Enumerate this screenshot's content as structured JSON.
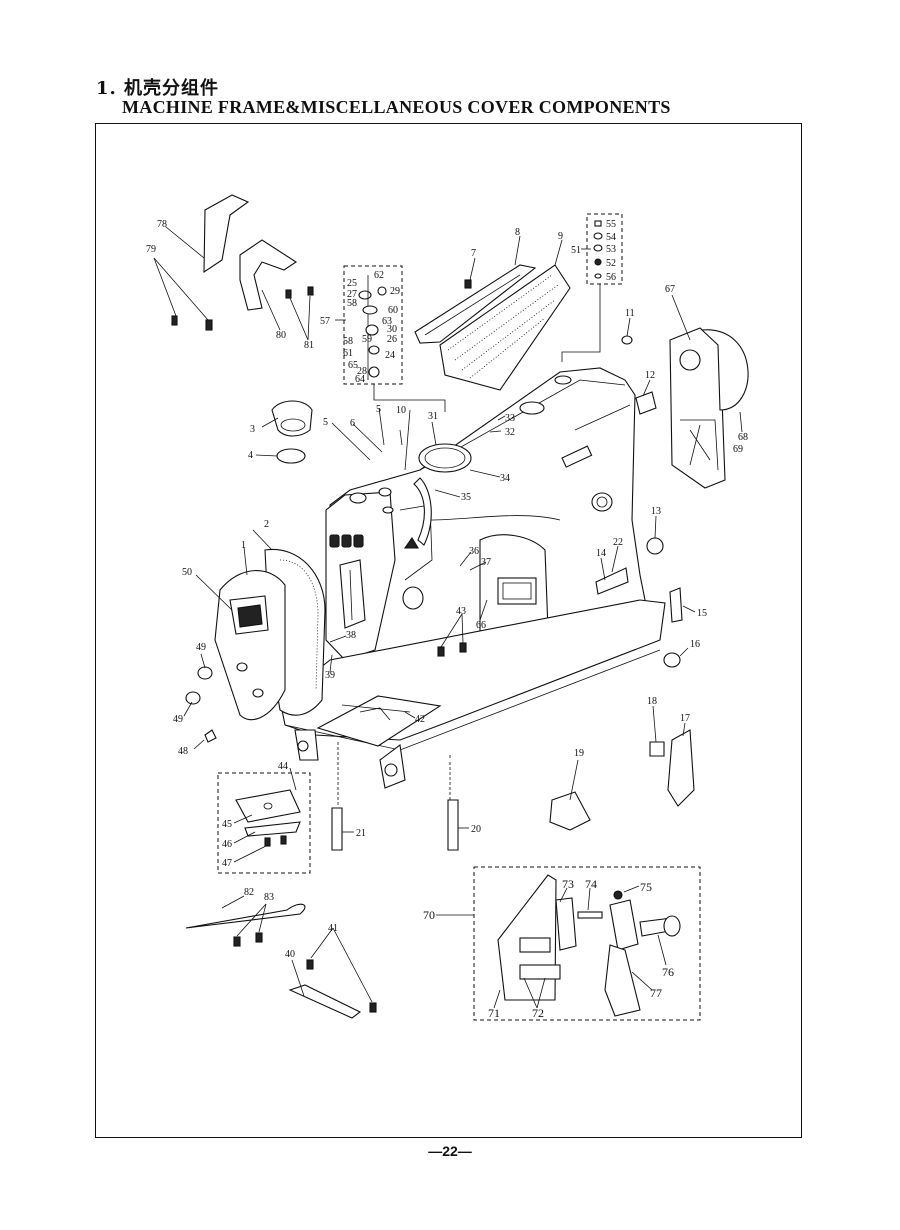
{
  "header": {
    "section_title": "1. 机壳分组件",
    "section_subtitle": "MACHINE FRAME&MISCELLANEOUS COVER COMPONENTS"
  },
  "footer": {
    "page_number": "—22—"
  },
  "part_labels": [
    "1",
    "2",
    "3",
    "4",
    "5",
    "5",
    "6",
    "7",
    "8",
    "9",
    "10",
    "11",
    "12",
    "13",
    "14",
    "15",
    "16",
    "17",
    "18",
    "19",
    "20",
    "21",
    "22",
    "24",
    "25",
    "26",
    "27",
    "28",
    "29",
    "30",
    "31",
    "32",
    "33",
    "34",
    "35",
    "36",
    "37",
    "38",
    "39",
    "40",
    "41",
    "42",
    "43",
    "44",
    "45",
    "46",
    "47",
    "48",
    "49",
    "49",
    "50",
    "51",
    "52",
    "53",
    "54",
    "55",
    "56",
    "57",
    "58",
    "58",
    "59",
    "60",
    "61",
    "62",
    "63",
    "64",
    "65",
    "66",
    "67",
    "68",
    "69",
    "70",
    "71",
    "72",
    "73",
    "74",
    "75",
    "76",
    "77",
    "78",
    "79",
    "80",
    "81",
    "82",
    "83"
  ]
}
